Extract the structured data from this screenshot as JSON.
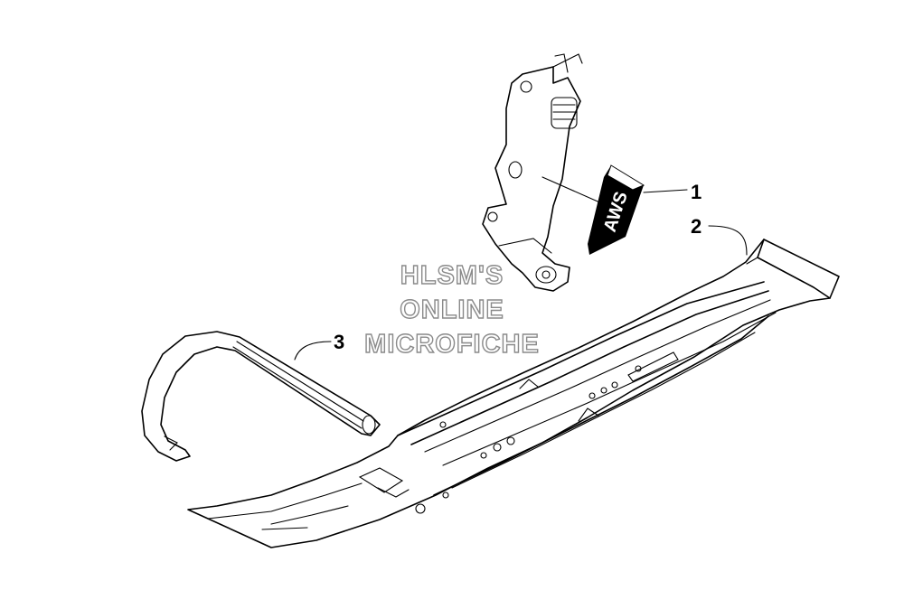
{
  "diagram": {
    "callouts": [
      {
        "id": "callout-1",
        "label": "1"
      },
      {
        "id": "callout-2",
        "label": "2"
      },
      {
        "id": "callout-3",
        "label": "3"
      }
    ],
    "decal_text": "AWS",
    "watermark": [
      "HLSM'S",
      "ONLINE",
      "MICROFICHE"
    ],
    "colors": {
      "line": "#000000",
      "background": "#ffffff",
      "watermark_outline": "#8a8a8a"
    }
  }
}
